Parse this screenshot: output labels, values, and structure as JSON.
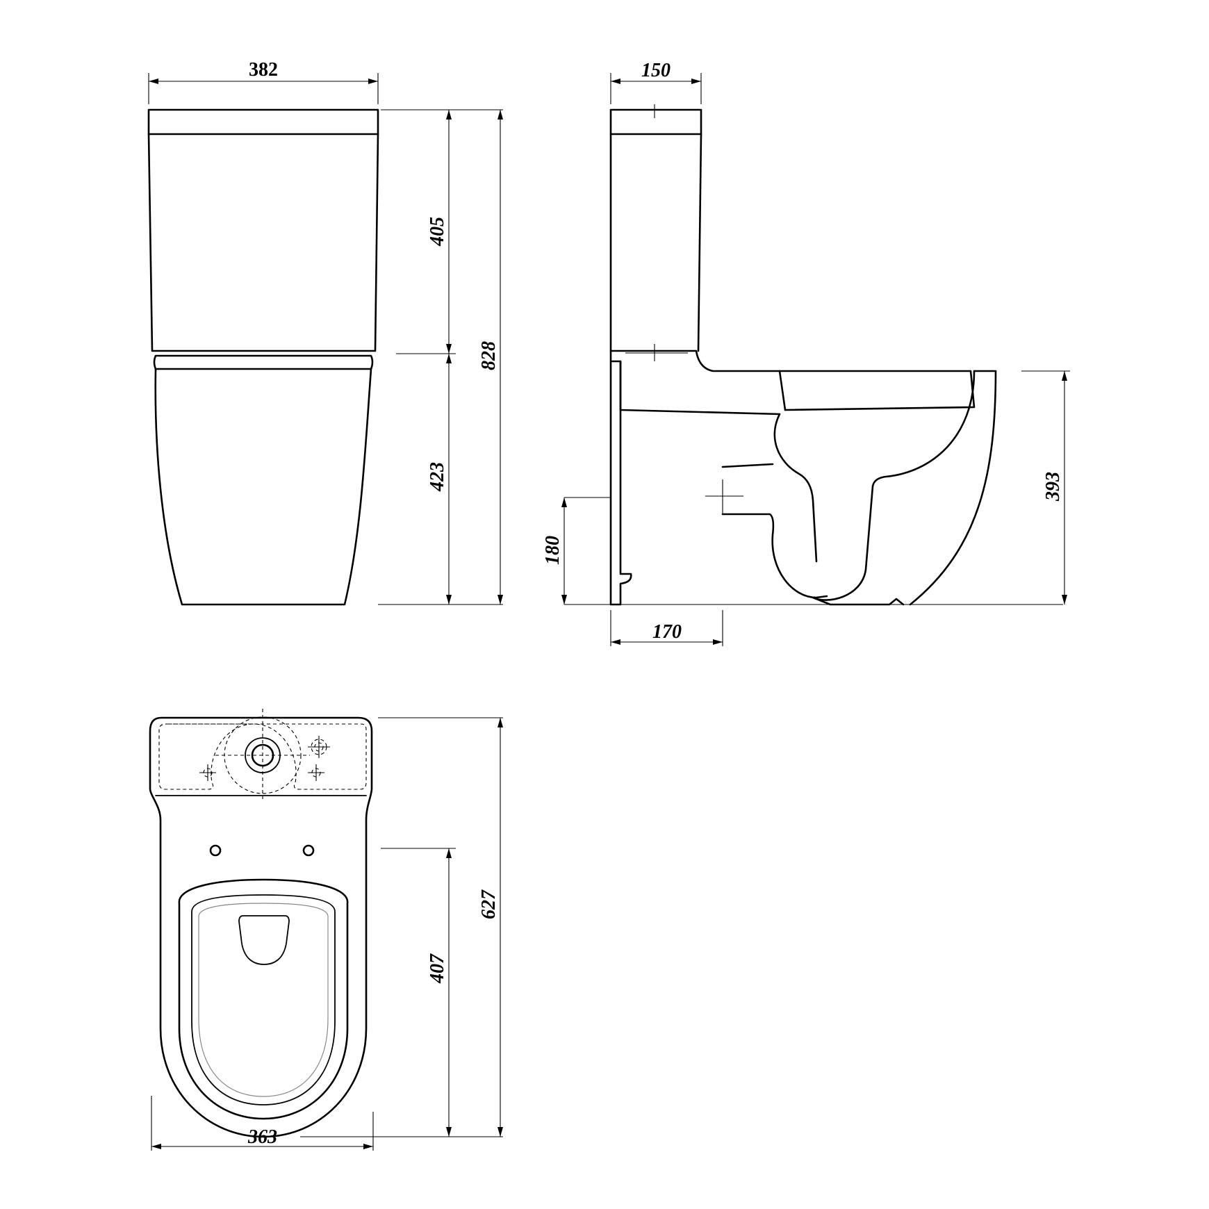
{
  "drawing": {
    "views": {
      "front": {
        "name": "front-view"
      },
      "side": {
        "name": "side-view"
      },
      "top": {
        "name": "top-view"
      }
    },
    "dimensions": {
      "front_width": "382",
      "front_cistern_height": "405",
      "front_bowl_height": "423",
      "front_total_height": "828",
      "side_cistern_depth": "150",
      "side_outlet_height": "180",
      "side_outlet_distance": "170",
      "side_bowl_height": "393",
      "top_total_length": "627",
      "top_bowl_length": "407",
      "top_width": "363"
    },
    "colors": {
      "line": "#000000",
      "background": "#ffffff"
    }
  }
}
